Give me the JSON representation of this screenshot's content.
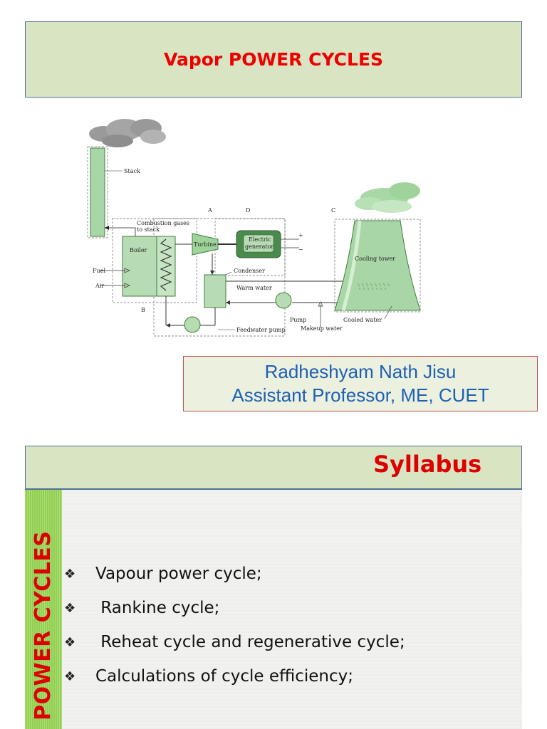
{
  "slide1": {
    "title": "Vapor POWER CYCLES",
    "diagram": {
      "labels": {
        "stack": "Stack",
        "combustion": "Combustion gases",
        "to_stack": "to stack",
        "a": "A",
        "b": "B",
        "c": "C",
        "d": "D",
        "boiler": "Boiler",
        "fuel": "Fuel",
        "air": "Air",
        "turbine": "Turbine",
        "electric": "Electric",
        "generator": "generator",
        "plus": "+",
        "minus": "−",
        "condenser": "Condenser",
        "warm_water": "Warm water",
        "cooling_tower": "Cooling tower",
        "pump": "Pump",
        "makeup_water": "Makeup water",
        "cooled_water": "Cooled water",
        "feedwater_pump": "Feedwater pump"
      }
    },
    "author": {
      "name": "Radheshyam Nath Jisu",
      "position": "Assistant Professor, ME, CUET"
    }
  },
  "slide2": {
    "title": "Syllabus",
    "side_label": "POWER CYCLES",
    "bullet_symbol": "❖",
    "bullets": [
      "Vapour power cycle;",
      " Rankine cycle;",
      " Reheat cycle and regenerative cycle;",
      "Calculations of cycle efficiency;"
    ]
  },
  "colors": {
    "header_bg": "#d9e5c2",
    "title_red": "#ee0000",
    "author_blue": "#1f5fb4",
    "sidebar_green": "#92d050"
  }
}
